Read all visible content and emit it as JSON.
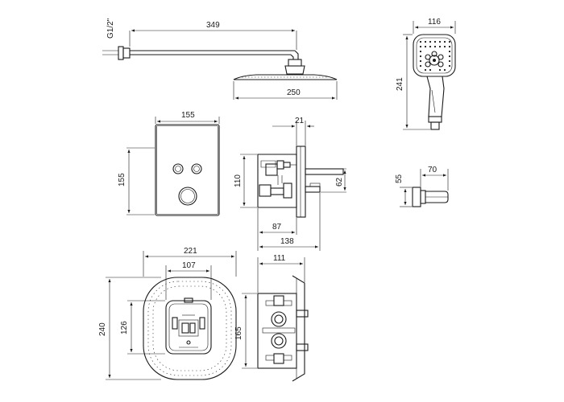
{
  "dimensions": {
    "arm_thread": "G1/2\"",
    "arm_length": "349",
    "head_width": "250",
    "hand_width": "116",
    "hand_height": "241",
    "plate_width": "155",
    "plate_height": "155",
    "box_depth_top": "21",
    "box_height": "110",
    "outlet_height": "62",
    "box_depth_87": "87",
    "box_depth_138": "138",
    "elbow_depth": "70",
    "elbow_height": "55",
    "body_width": "221",
    "body_inner_width": "107",
    "body_height": "240",
    "body_inner_height": "126",
    "side_depth": "111",
    "side_height": "165"
  }
}
